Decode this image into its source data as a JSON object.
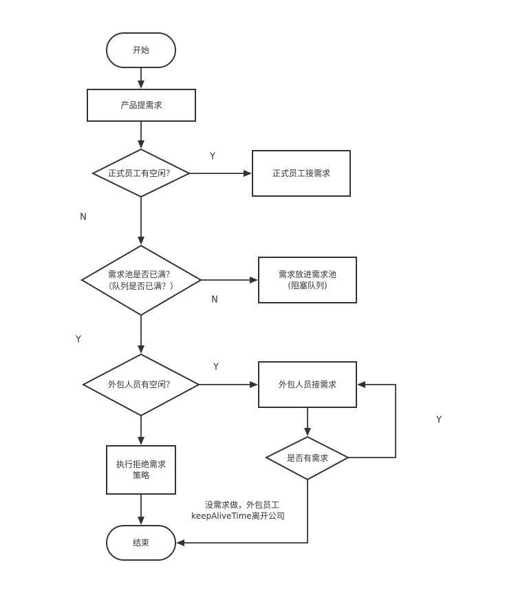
{
  "nodes": {
    "start": "开始",
    "product_request": "产品提需求",
    "fulltime_free": "正式员工有空闲？",
    "fulltime_take": "正式员工接需求",
    "pool_full_line1": "需求池是否已满？",
    "pool_full_line2": "（队列是否已满？）",
    "put_pool_line1": "需求放进需求池",
    "put_pool_line2": "(阻塞队列)",
    "outsource_free": "外包人员有空闲？",
    "outsource_take": "外包人员接需求",
    "reject_line1": "执行拒绝需求",
    "reject_line2": "策略",
    "has_request": "是否有需求",
    "end": "结束"
  },
  "labels": {
    "fulltime_yes": "Y",
    "fulltime_no": "N",
    "pool_no": "N",
    "pool_yes": "Y",
    "outsource_yes": "Y",
    "loop_yes": "Y"
  },
  "note": {
    "line1": "没需求做，外包员工",
    "line2": "keepAliveTime离开公司"
  }
}
